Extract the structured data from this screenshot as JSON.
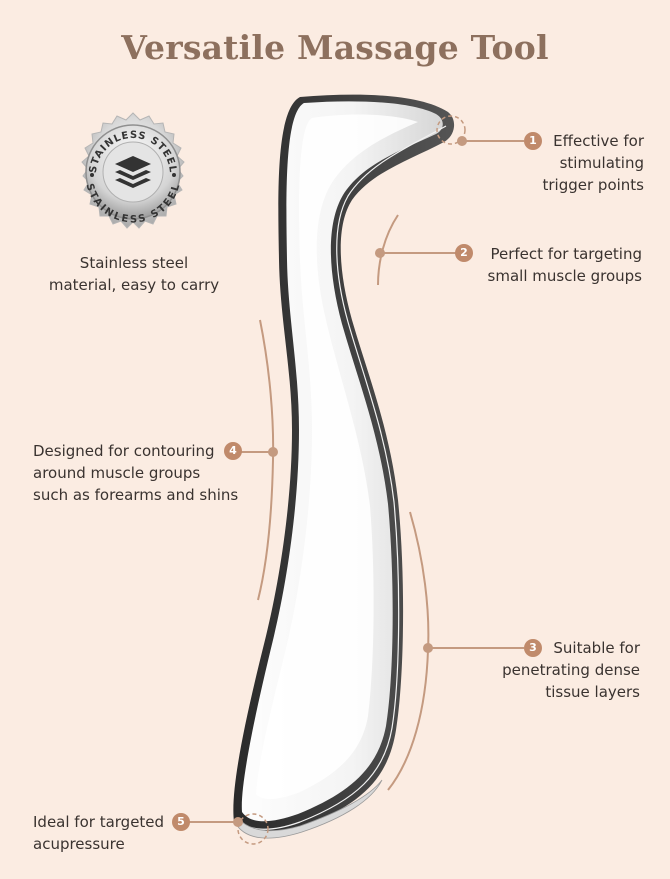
{
  "title": "Versatile Massage Tool",
  "colors": {
    "background": "#FBECE2",
    "title": "#8D705E",
    "accent": "#C08A6B",
    "line": "#C49A80",
    "text": "#3A3330"
  },
  "seal": {
    "icon": "stainless-steel-seal-icon",
    "text_top": "STAINLESS STEEL",
    "text_bottom": "STAINLESS STEEL",
    "caption_lines": [
      "Stainless steel",
      "material, easy to carry"
    ]
  },
  "callouts": [
    {
      "number": "1",
      "lines": [
        "Effective for",
        "stimulating",
        "trigger points"
      ]
    },
    {
      "number": "2",
      "lines": [
        "Perfect for targeting",
        "small muscle groups"
      ]
    },
    {
      "number": "3",
      "lines": [
        "Suitable for",
        "penetrating dense",
        "tissue layers"
      ]
    },
    {
      "number": "4",
      "lines": [
        "Designed for contouring",
        "around muscle groups",
        "such as forearms and shins"
      ]
    },
    {
      "number": "5",
      "lines": [
        "Ideal for targeted",
        "acupressure"
      ]
    }
  ]
}
